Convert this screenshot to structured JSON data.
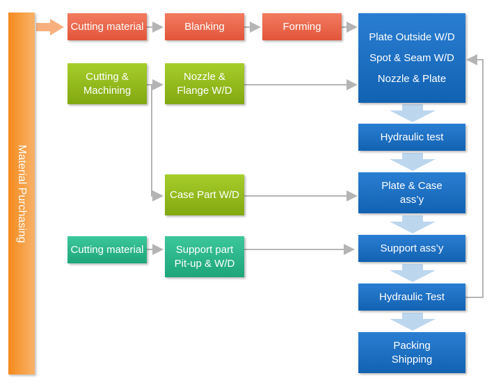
{
  "sidebar": {
    "label": "Material Purchasing"
  },
  "row1": {
    "cutting": "Cutting material",
    "blanking": "Blanking",
    "forming": "Forming"
  },
  "row2": {
    "machining_lines": [
      "Cutting &",
      "Machining"
    ],
    "nozzle_lines": [
      "Nozzle &",
      "Flange W/D"
    ]
  },
  "row3": {
    "case": "Case Part W/D"
  },
  "row4": {
    "cutting": "Cutting material",
    "support_lines": [
      "Support part",
      "Pit-up & W/D"
    ]
  },
  "main": {
    "weld_lines": [
      "Plate Outside W/D",
      "Spot & Seam W/D",
      "Nozzle & Plate"
    ],
    "hydraulic_test_1": "Hydraulic test",
    "plate_case_lines": [
      "Plate & Case",
      "ass’y"
    ],
    "support_assy": "Support ass’y",
    "hydraulic_test_2": "Hydraulic Test",
    "packing_lines": [
      "Packing",
      "Shipping"
    ]
  },
  "colors": {
    "sidebar": "#f4931e",
    "prep_red": "#e9654a",
    "machining_green": "#96bd1b",
    "cutting_teal": "#2db98b",
    "process_blue": "#1a6fc3",
    "connector_gray": "#b4b4b4",
    "flow_arrow_blue": "#bcd6ee"
  }
}
